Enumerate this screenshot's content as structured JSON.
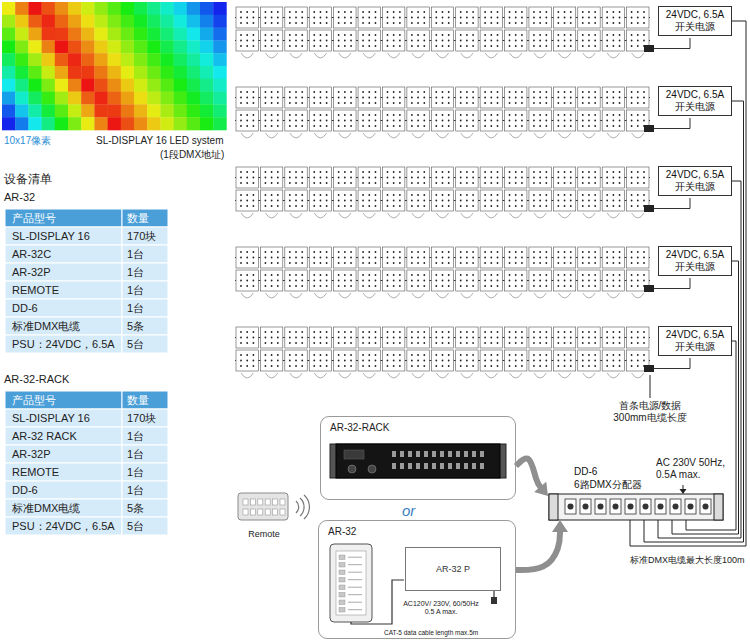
{
  "diagram": {
    "nodes": [
      {
        "text": [
          "24VDC, 6.5A 开关电源"
        ]
      },
      {
        "text": [
          "24VDC, 6.5A 开关电源"
        ]
      },
      {
        "text": [
          "24VDC, 6.5A 开关电源"
        ]
      },
      {
        "text": [
          "24VDC, 6.5A 开关电源"
        ]
      },
      {
        "text": [
          "24VDC, 6.5A 开关电源"
        ]
      },
      {
        "text": [
          "AR-32-RACK"
        ]
      },
      {
        "text": [
          "DD-6",
          "6路DMX分配器"
        ]
      },
      {
        "text": [
          "Remote"
        ]
      },
      {
        "text": [
          "AR-32"
        ]
      },
      {
        "text": [
          "AR-32 P"
        ],
        "in": 8
      }
    ],
    "edges": [
      {
        "from": 6,
        "to": 0,
        "arrow": "none"
      },
      {
        "from": 6,
        "to": 1,
        "arrow": "none"
      },
      {
        "from": 6,
        "to": 2,
        "arrow": "none"
      },
      {
        "from": 6,
        "to": 3,
        "arrow": "none"
      },
      {
        "from": 6,
        "to": 4,
        "arrow": "none"
      },
      {
        "from": 5,
        "to": 6,
        "arrow": "to"
      },
      {
        "from": 8,
        "to": 6,
        "arrow": "to"
      }
    ],
    "labels": [
      "10x17像素",
      "SL-DISPLAY 16 LED system",
      "(1段DMX地址)",
      "设备清单",
      "AR-32",
      "产品型号",
      "数量",
      "SL-DISPLAY 16",
      "170块",
      "AR-32C",
      "1台",
      "AR-32P",
      "1台",
      "REMOTE",
      "1台",
      "DD-6",
      "1台",
      "标准DMX电缆",
      "5条",
      "PSU：24VDC，6.5A",
      "5台",
      "AR-32-RACK",
      "产品型号",
      "数量",
      "SL-DISPLAY 16",
      "170块",
      "AR-32 RACK",
      "1台",
      "AR-32P",
      "1台",
      "REMOTE",
      "1台",
      "DD-6",
      "1台",
      "标准DMX电缆",
      "5条",
      "PSU：24VDC，6.5A",
      "5台",
      "首条电源/数据 300mm电缆长度",
      "AC 230V 50Hz, 0.5A max.",
      "or",
      "AC120V/ 230V, 60/50Hz 0.5 A max.",
      "CAT-5 data cable length max.5m",
      "标准DMX电缆最大长度100m"
    ]
  }
}
